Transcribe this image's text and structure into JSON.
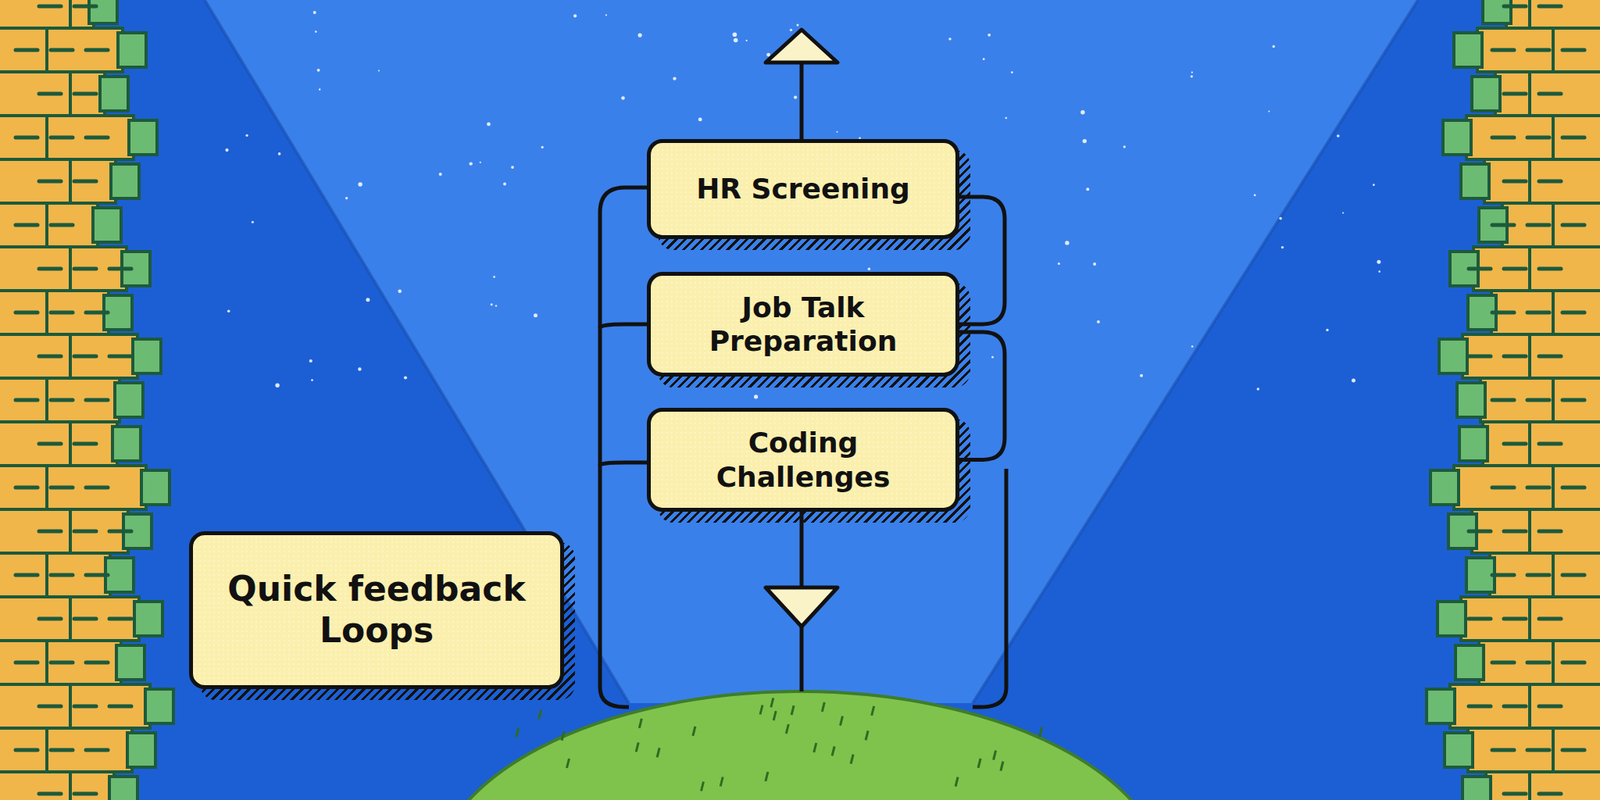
{
  "diagram": {
    "nodes": [
      {
        "text": [
          "HR Screening"
        ]
      },
      {
        "text": [
          "Job Talk Preparation"
        ]
      },
      {
        "text": [
          "Coding Challenges"
        ]
      },
      {
        "text": [
          "Quick feedback Loops"
        ]
      }
    ],
    "edges": [
      {
        "from": 0,
        "to": 1,
        "arrow": "none"
      },
      {
        "from": 1,
        "to": 2,
        "arrow": "none"
      }
    ]
  }
}
